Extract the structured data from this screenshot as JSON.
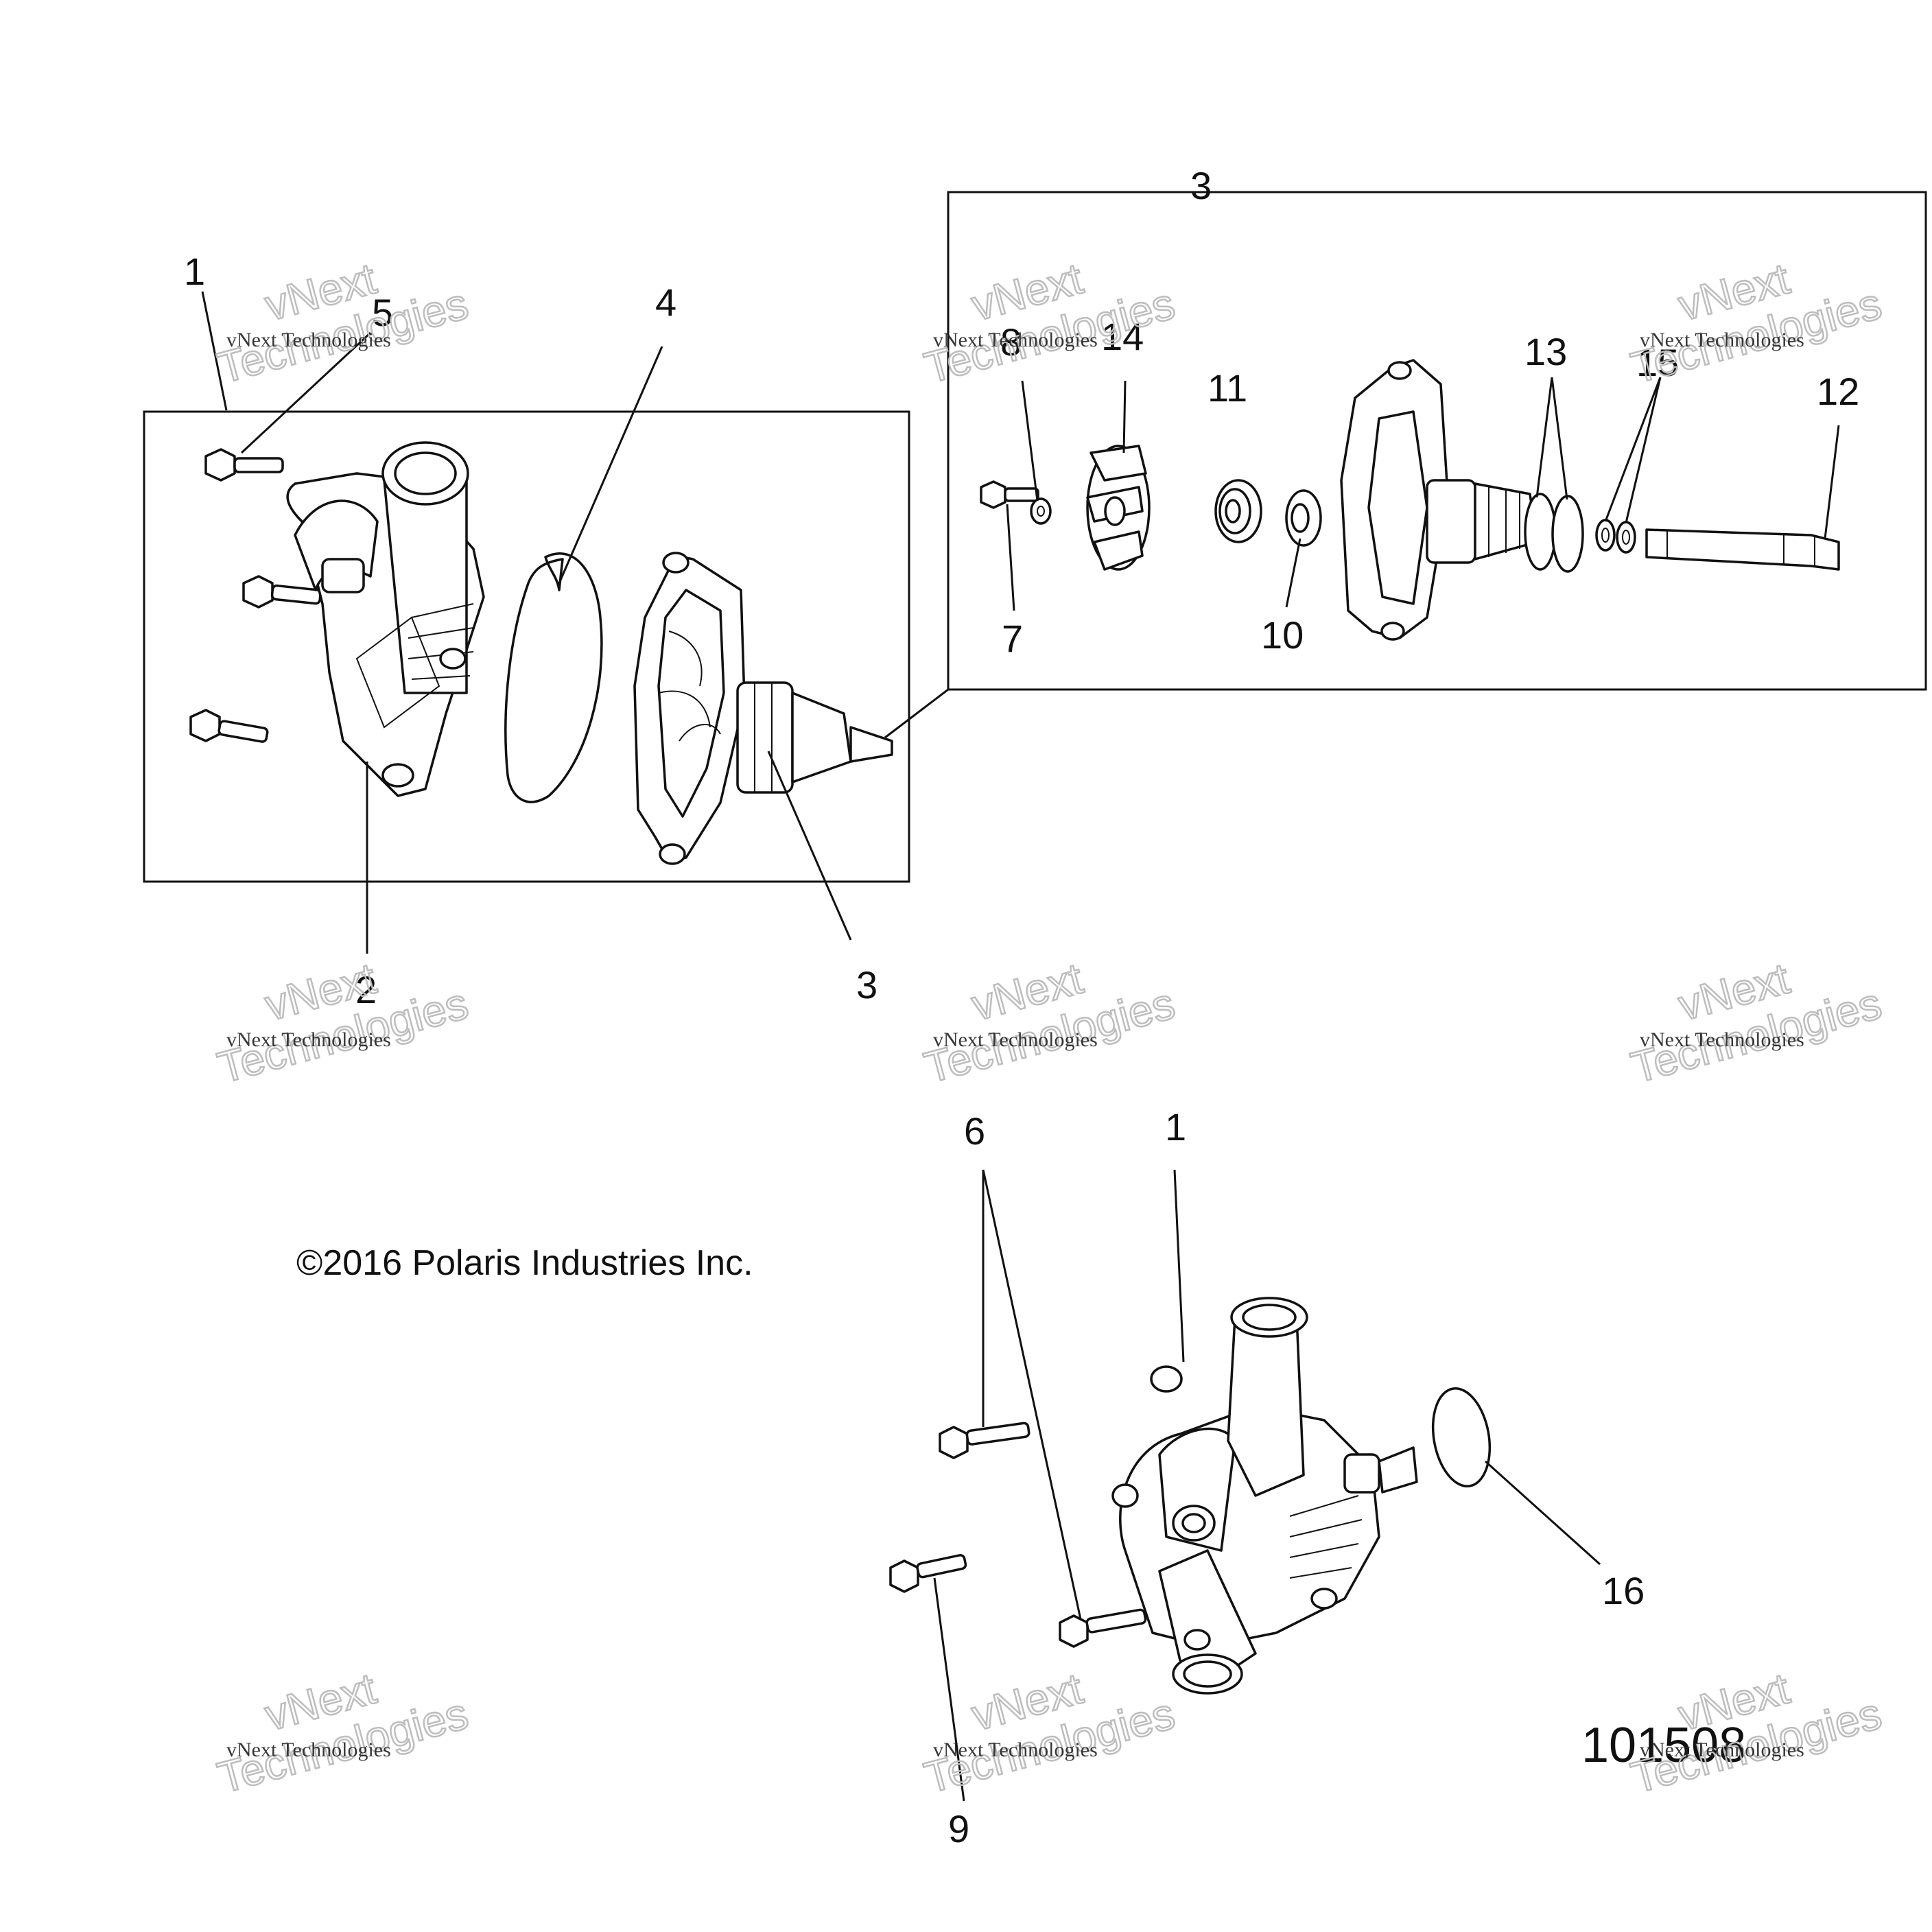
{
  "callouts": {
    "c1_top": "1",
    "c5": "5",
    "c4": "4",
    "c2": "2",
    "c3_mid": "3",
    "c3_box": "3",
    "c8": "8",
    "c14": "14",
    "c11": "11",
    "c13": "13",
    "c15": "15",
    "c12": "12",
    "c7": "7",
    "c10": "10",
    "c6": "6",
    "c1_bottom": "1",
    "c16": "16",
    "c9": "9"
  },
  "copyright": "©2016 Polaris Industries Inc.",
  "diagram_number": "101508",
  "watermark": {
    "small": "vNext Technologies",
    "line1": "vNext",
    "line2": "Technologies"
  }
}
